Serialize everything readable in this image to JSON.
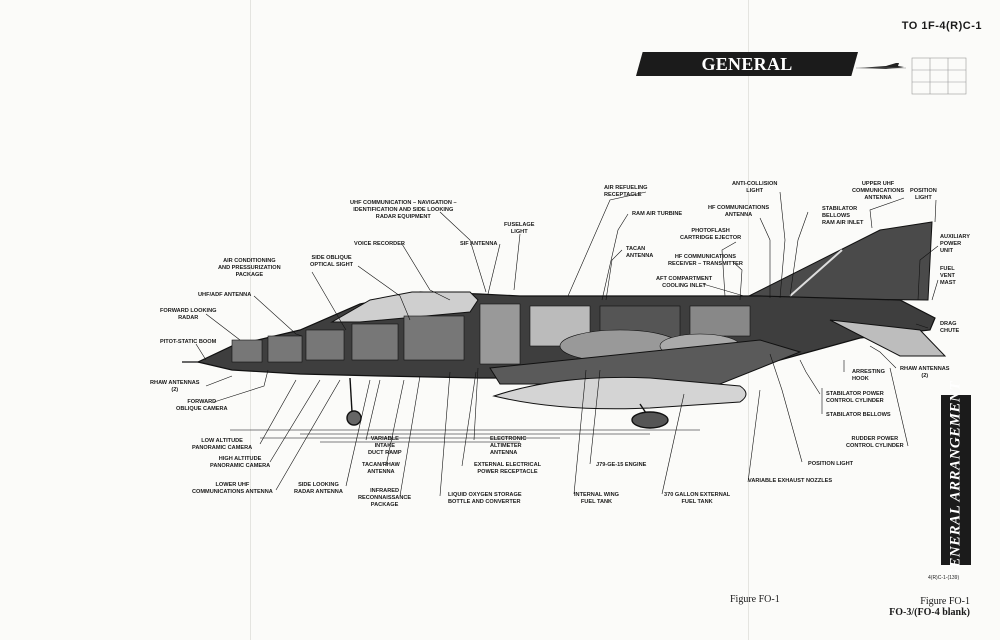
{
  "doc_id": "TO 1F-4(R)C-1",
  "title": "GENERAL ARRANGEMENT",
  "side_tab": "GENERAL ARRANGEMENT",
  "figure_center": "Figure FO-1",
  "figure_right": "Figure FO-1",
  "page_ref": "FO-3/(FO-4 blank)",
  "small_code": "4(R)C-1-(139)",
  "labels": {
    "uhf_comm": "UHF COMMUNICATION – NAVIGATION –\nIDENTIFICATION AND SIDE LOOKING\nRADAR EQUIPMENT",
    "air_refueling": "AIR REFUELING\nRECEPTACLE",
    "anti_collision": "ANTI-COLLISION\nLIGHT",
    "upper_uhf": "UPPER UHF\nCOMMUNICATIONS\nANTENNA",
    "position_light_top": "POSITION\nLIGHT",
    "ram_air_turbine": "RAM AIR TURBINE",
    "hf_comm_antenna": "HF COMMUNICATIONS\nANTENNA",
    "stabilator_bellows_inlet": "STABILATOR\nBELLOWS\nRAM AIR INLET",
    "fuselage_light": "FUSELAGE\nLIGHT",
    "photoflash": "PHOTOFLASH\nCARTRIDGE EJECTOR",
    "aux_power": "AUXILIARY\nPOWER\nUNIT",
    "voice_recorder": "VOICE RECORDER",
    "sif_antenna": "SIF ANTENNA",
    "tacan_antenna": "TACAN\nANTENNA",
    "hf_receiver": "HF COMMUNICATIONS\nRECEIVER – TRANSMITTER",
    "air_conditioning": "AIR CONDITIONING\nAND PRESSURIZATION\nPACKAGE",
    "side_oblique": "SIDE OBLIQUE\nOPTICAL SIGHT",
    "aft_compartment": "AFT COMPARTMENT\nCOOLING INLET",
    "fuel_vent": "FUEL\nVENT\nMAST",
    "uhf_adf": "UHF/ADF ANTENNA",
    "forward_looking_radar": "FORWARD LOOKING\nRADAR",
    "drag_chute": "DRAG\nCHUTE",
    "pitot": "PITOT-STATIC BOOM",
    "rhaw_left": "RHAW ANTENNAS\n(2)",
    "arresting_hook": "ARRESTING\nHOOK",
    "rhaw_right": "RHAW ANTENNAS\n(2)",
    "forward_oblique": "FORWARD\nOBLIQUE CAMERA",
    "stab_power": "STABILATOR POWER\nCONTROL CYLINDER",
    "stab_bellows": "STABILATOR BELLOWS",
    "low_alt": "LOW ALTITUDE\nPANORAMIC CAMERA",
    "variable_intake": "VARIABLE\nINTAKE\nDUCT RAMP",
    "electronic_altimeter": "ELECTRONIC\nALTIMETER\nANTENNA",
    "rudder_power": "RUDDER POWER\nCONTROL CYLINDER",
    "high_alt": "HIGH ALTITUDE\nPANORAMIC CAMERA",
    "tacan_rhaw": "TACAN/RHAW\nANTENNA",
    "external_power": "EXTERNAL ELECTRICAL\nPOWER RECEPTACLE",
    "j79": "J79-GE-15 ENGINE",
    "position_light_bottom": "POSITION LIGHT",
    "variable_exhaust": "VARIABLE EXHAUST NOZZLES",
    "lower_uhf": "LOWER UHF\nCOMMUNICATIONS ANTENNA",
    "side_looking_radar": "SIDE LOOKING\nRADAR ANTENNA",
    "infrared": "INFRARED\nRECONNAISSANCE\nPACKAGE",
    "lox": "LIQUID OXYGEN STORAGE\nBOTTLE AND CONVERTER",
    "internal_wing": "INTERNAL WING\nFUEL TANK",
    "external_tank": "370 GALLON EXTERNAL\nFUEL TANK"
  }
}
